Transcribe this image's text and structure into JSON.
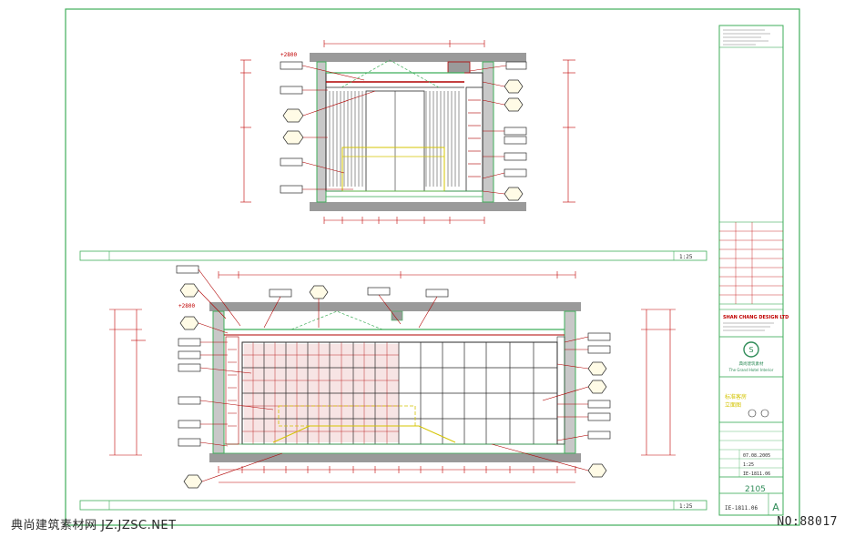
{
  "drawing": {
    "elevation_mark_top": "+2800",
    "elevation_mark_bottom": "+2800",
    "scale_1": "1:25",
    "scale_2": "1:25"
  },
  "title_block": {
    "company": "SHAN CHANG DESIGN LTD",
    "project_cn": "典尚建筑素材",
    "project_en": "The Grand Hotel Interior",
    "drawing_title_1": "标准客房",
    "drawing_title_2": "立面图",
    "date": "07.08.2005",
    "scale": "1:25",
    "sheet_code": "IE-1811.06",
    "project_no": "2105",
    "revision": "A",
    "drawing_no": "IE-1811.06"
  },
  "watermark": {
    "left": "典尚建筑素材网 JZ.JZSC.NET",
    "right": "NO:88017"
  },
  "colors": {
    "frame": "#3fae5a",
    "wall": "#9a9a9a",
    "dim": "#c00000",
    "leader": "#b00000",
    "detail": "#2a2a2a",
    "accent": "#d4c400"
  }
}
